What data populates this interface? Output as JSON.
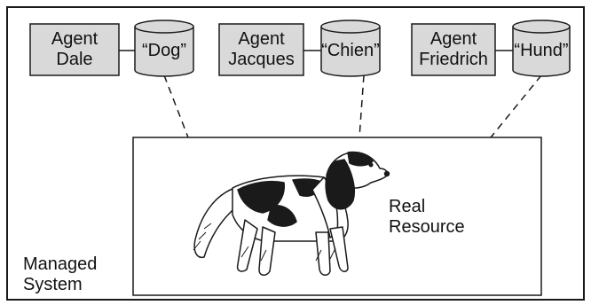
{
  "colors": {
    "box_fill": "#d9d9d9",
    "cylinder_fill": "#d9d9d9",
    "stroke": "#1a1a1a",
    "background": "#ffffff"
  },
  "agents": [
    {
      "line1": "Agent",
      "line2": "Dale",
      "name_label": "“Dog”"
    },
    {
      "line1": "Agent",
      "line2": "Jacques",
      "name_label": "“Chien”"
    },
    {
      "line1": "Agent",
      "line2": "Friedrich",
      "name_label": "“Hund”"
    }
  ],
  "resource": {
    "line1": "Real",
    "line2": "Resource",
    "icon": "dog-illustration-icon"
  },
  "system": {
    "line1": "Managed",
    "line2": "System"
  }
}
